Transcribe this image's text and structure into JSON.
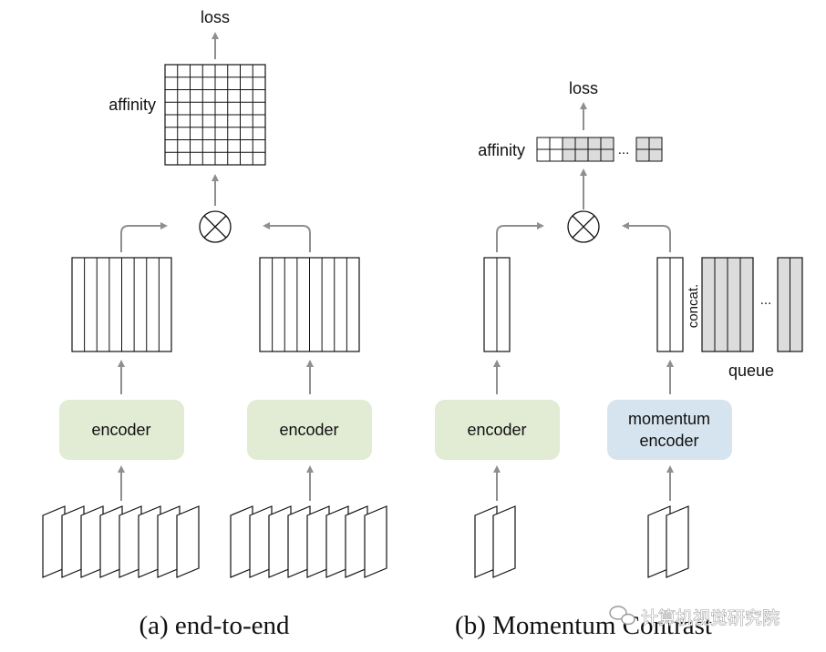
{
  "panel_a": {
    "loss_label": "loss",
    "affinity_label": "affinity",
    "encoder_left_label": "encoder",
    "encoder_right_label": "encoder",
    "caption": "(a) end-to-end"
  },
  "panel_b": {
    "loss_label": "loss",
    "affinity_label": "affinity",
    "affinity_ellipsis": "...",
    "encoder_label": "encoder",
    "momentum_encoder_line1": "momentum",
    "momentum_encoder_line2": "encoder",
    "concat_label": "concat.",
    "queue_label": "queue",
    "queue_ellipsis": "...",
    "caption": "(b) Momentum Contrast"
  },
  "watermark": "计算机视觉研究院",
  "colors": {
    "encoder_fill": "#e2ebd4",
    "momentum_encoder_fill": "#d6e4ef",
    "queue_fill": "#dcdcdc",
    "arrow": "#8f8f8f",
    "line": "#111111"
  }
}
